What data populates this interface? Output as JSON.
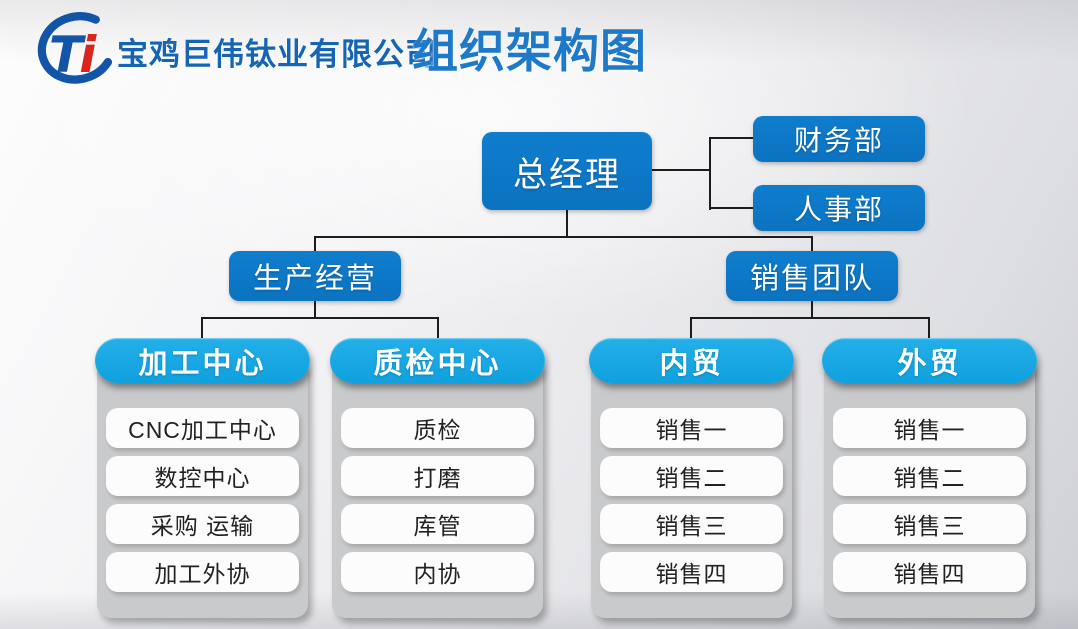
{
  "header": {
    "company_name": "宝鸡巨伟钛业有限公司",
    "title": "组织架构图",
    "logo": {
      "t_letter": "T",
      "i_letter": "i",
      "swoosh_color": "#1254a6",
      "t_color": "#1254a6",
      "i_color": "#d9251d"
    }
  },
  "colors": {
    "node_blue": "#0c76c5",
    "pill_cyan": "#16a7e4",
    "company_name_blue": "#1565b4",
    "title_blue": "#1e7ac9",
    "panel_gray": "#c9cacc",
    "item_white": "#fcfcfd",
    "connector_black": "#1c1c1c"
  },
  "org": {
    "root": "总经理",
    "staff": [
      {
        "label": "财务部"
      },
      {
        "label": "人事部"
      }
    ],
    "branches": [
      {
        "label": "生产经营"
      },
      {
        "label": "销售团队"
      }
    ]
  },
  "columns": [
    {
      "title": "加工中心",
      "items": [
        "CNC加工中心",
        "数控中心",
        "采购 运输",
        "加工外协"
      ]
    },
    {
      "title": "质检中心",
      "items": [
        "质检",
        "打磨",
        "库管",
        "内协"
      ]
    },
    {
      "title": "内贸",
      "items": [
        "销售一",
        "销售二",
        "销售三",
        "销售四"
      ]
    },
    {
      "title": "外贸",
      "items": [
        "销售一",
        "销售二",
        "销售三",
        "销售四"
      ]
    }
  ]
}
